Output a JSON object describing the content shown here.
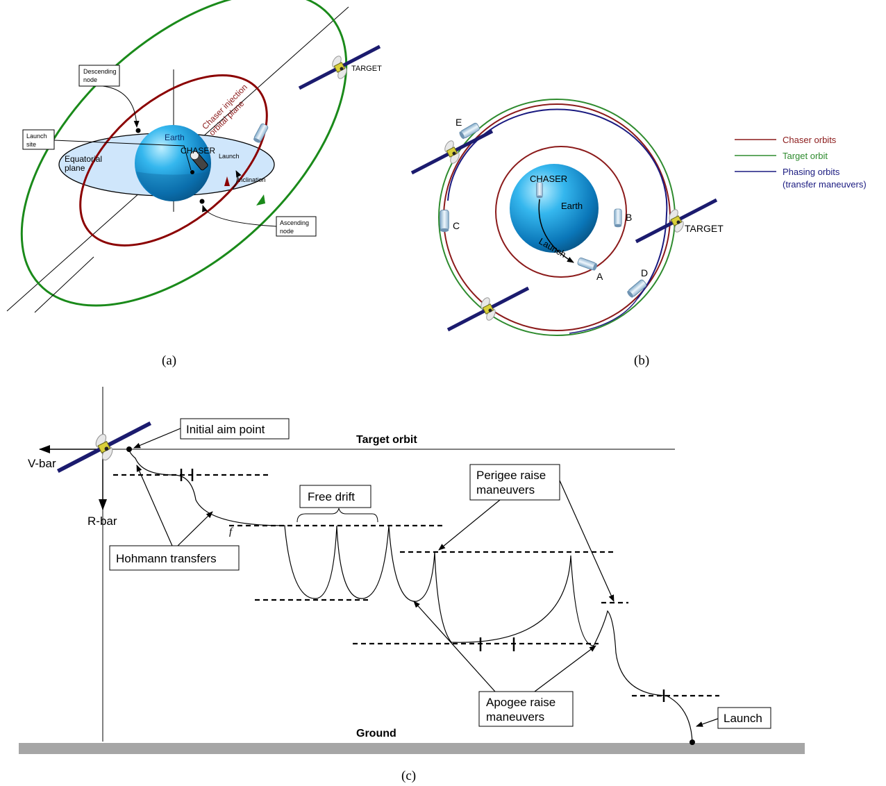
{
  "panel_a": {
    "caption": "(a)",
    "labels": {
      "descending_node": [
        "Descending",
        "node"
      ],
      "launch_site": [
        "Launch",
        "site"
      ],
      "equatorial_plane": [
        "Equatorial",
        "plane"
      ],
      "earth": "Earth",
      "chaser": "CHASER",
      "launch": "Launch",
      "inclination": "Inclination",
      "ascending_node": [
        "Ascending",
        "node"
      ],
      "injection_plane": [
        "Chaser injection",
        "orbital plane"
      ],
      "target": "TARGET"
    },
    "colors": {
      "target_orbit": "#1a8a1a",
      "chaser_plane": "#8b0000",
      "plane_fill": "#cfe6fb"
    }
  },
  "panel_b": {
    "caption": "(b)",
    "labels": {
      "chaser": "CHASER",
      "earth": "Earth",
      "launch": "Launch",
      "target": "TARGET",
      "points": [
        "A",
        "B",
        "C",
        "D",
        "E"
      ]
    },
    "legend": [
      {
        "label": "Chaser orbits",
        "color": "#8b1a1a"
      },
      {
        "label": "Target orbit",
        "color": "#2e8b2e"
      },
      {
        "label": "Phasing orbits",
        "color": "#1a1a80"
      },
      {
        "label": "(transfer maneuvers)",
        "color": "#1a1a80"
      }
    ]
  },
  "panel_c": {
    "caption": "(c)",
    "labels": {
      "initial_aim_point": "Initial aim point",
      "target_orbit": "Target orbit",
      "vbar": "V-bar",
      "rbar": "R-bar",
      "free_drift": "Free drift",
      "hohmann": "Hohmann transfers",
      "perigee": [
        "Perigee raise",
        "maneuvers"
      ],
      "apogee": [
        "Apogee raise",
        "maneuvers"
      ],
      "launch": "Launch",
      "ground": "Ground",
      "f_mark": "f"
    },
    "colors": {
      "ground": "#a6a6a6"
    }
  }
}
